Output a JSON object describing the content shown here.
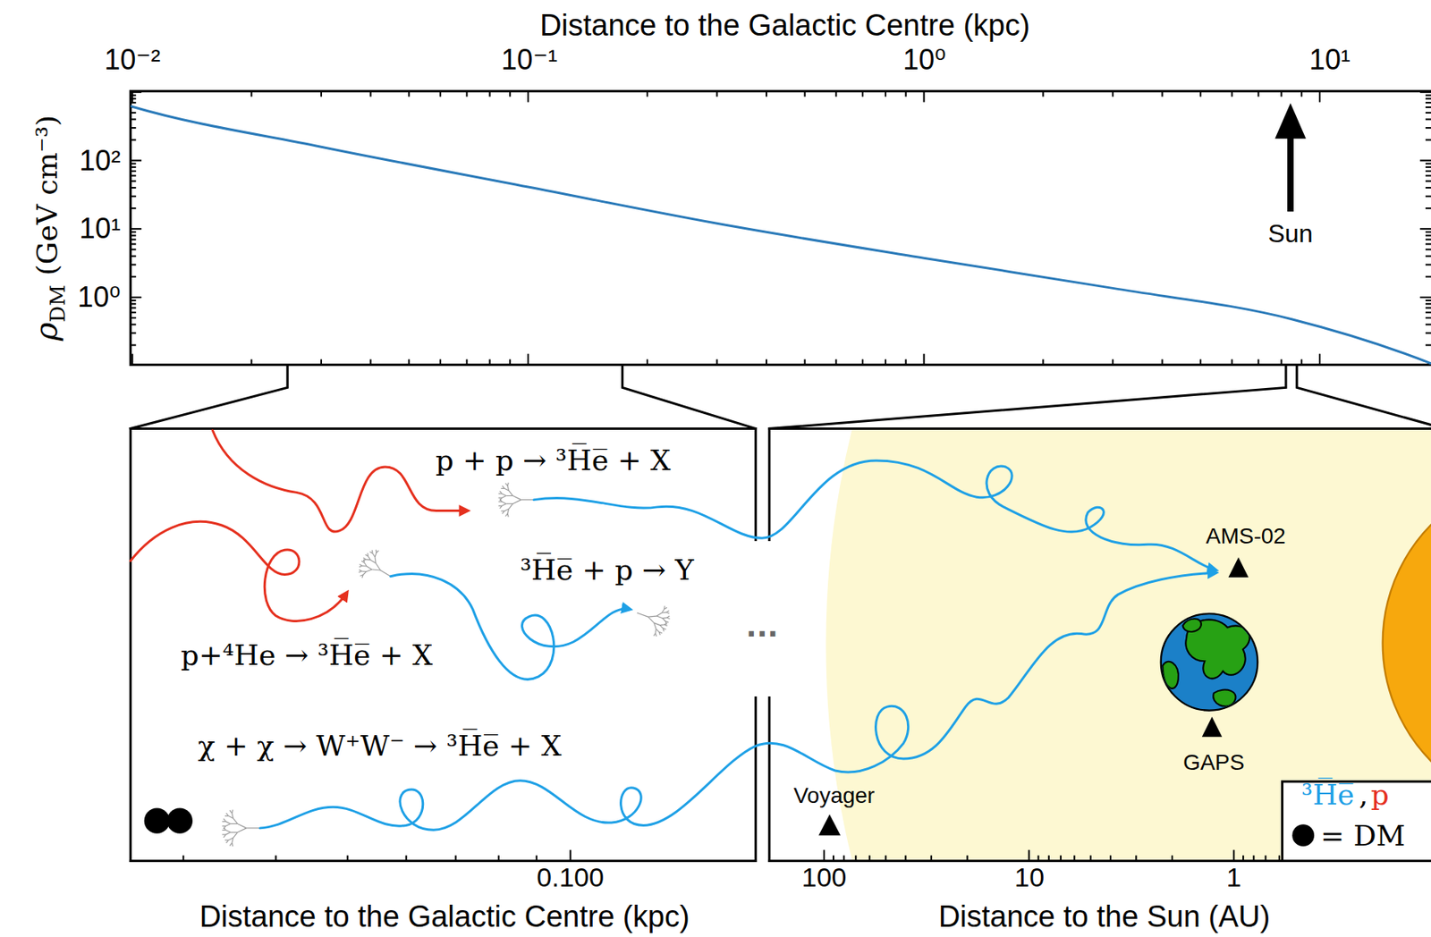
{
  "diagram": {
    "labels": [
      "Distance to the Galactic Centre (kpc)",
      "10⁻²",
      "10⁻¹",
      "10⁰",
      "10¹",
      "ρ",
      "DM",
      "(GeV cm⁻³)",
      "10²",
      "10¹",
      "10⁰",
      "Sun",
      "p + p → ³H̅e̅ + X",
      "AMS-02",
      "³H̅e̅ + p → Y",
      "p+⁴He → ³H̅e̅ + X",
      "···",
      "GAPS",
      "χ + χ → W⁺W⁻ → ³H̅e̅ + X",
      "Voyager",
      ",",
      "0.100",
      "100",
      "10",
      "1",
      "Distance to the Galactic Centre (kpc)",
      "Distance to the Sun (AU)"
    ],
    "legend": [
      {
        "text": "³H̅e̅",
        "color": "#1ea0e6"
      },
      {
        "text": "p",
        "color": "#e5301e"
      },
      {
        "text": "= DM"
      }
    ]
  }
}
